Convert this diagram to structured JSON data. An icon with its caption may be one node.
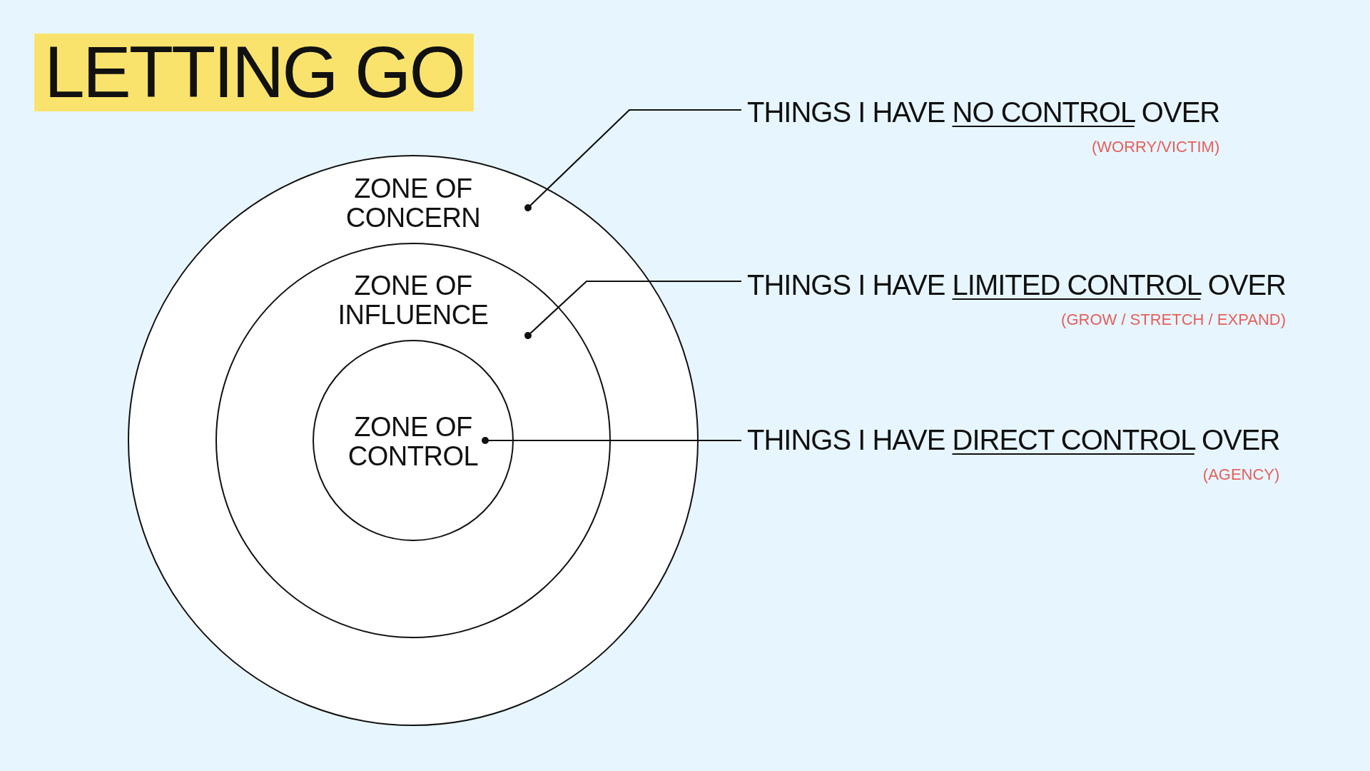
{
  "diagram": {
    "title": "LETTING GO",
    "nodes": [
      {
        "text": [
          "ZONE OF CONCERN"
        ]
      },
      {
        "text": [
          "ZONE OF INFLUENCE"
        ],
        "in": 0
      },
      {
        "text": [
          "ZONE OF CONTROL"
        ],
        "in": 1
      },
      {
        "text": [
          "THINGS I HAVE **NO CONTROL** OVER"
        ],
        "beside": [
          "(WORRY/VICTIM)"
        ]
      },
      {
        "text": [
          "THINGS I HAVE **LIMITED CONTROL** OVER"
        ],
        "beside": [
          "(GROW / STRETCH / EXPAND)"
        ]
      },
      {
        "text": [
          "THINGS I HAVE **DIRECT CONTROL** OVER"
        ],
        "beside": [
          "(AGENCY)"
        ]
      }
    ],
    "edges": [
      {
        "from": 3,
        "to": 0,
        "arrow": "other"
      },
      {
        "from": 4,
        "to": 1,
        "arrow": "other"
      },
      {
        "from": 5,
        "to": 2,
        "arrow": "other"
      }
    ]
  }
}
